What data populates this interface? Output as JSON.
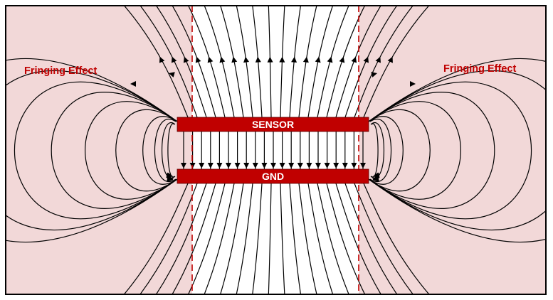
{
  "diagram": {
    "labels": {
      "fringe_left": "Fringing Effect",
      "fringe_right": "Fringing Effect",
      "sensor_plate": "SENSOR",
      "ground_plate": "GND"
    },
    "colors": {
      "fringe_region_fill": "#f2d8d8",
      "plate_fill": "#c00000",
      "plate_text": "#ffffff",
      "boundary_dash": "#c00000",
      "field_line": "#000000",
      "frame": "#000000"
    }
  }
}
